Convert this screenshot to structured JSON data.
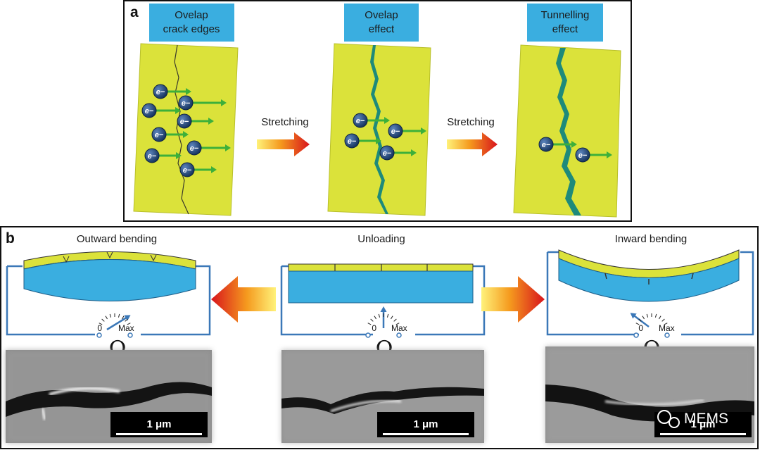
{
  "panel_a": {
    "letter": "a",
    "stage_labels": [
      [
        "Ovelap",
        "crack edges"
      ],
      [
        "Ovelap",
        "effect"
      ],
      [
        "Tunnelling",
        "effect"
      ]
    ],
    "arrow_labels": [
      "Stretching",
      "Stretching"
    ],
    "electron_label": "e−"
  },
  "panel_b": {
    "letter": "b",
    "titles": [
      "Outward bending",
      "Unloading",
      "Inward bending"
    ],
    "gauge": {
      "min_label": "0",
      "max_label": "Max",
      "unit_symbol": "Ω"
    },
    "scale_bar_label": "1 μm"
  },
  "watermark": {
    "text": "MEMS"
  },
  "colors": {
    "film": "#dbe23a",
    "substrate": "#3aaee0",
    "label_box": "#3aaee0",
    "electron": "#1d3f6e",
    "current_arrow": "#3db03a",
    "crack_fill": "#1e8a7a",
    "circuit": "#3b78b8"
  }
}
